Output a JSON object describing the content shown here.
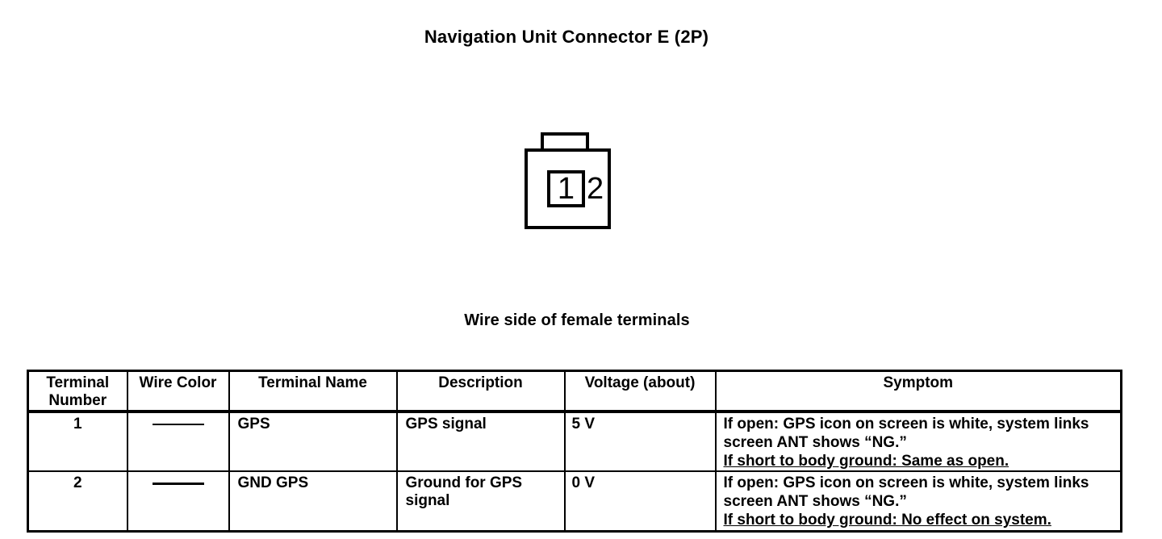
{
  "page": {
    "title": "Navigation Unit Connector E (2P)",
    "caption": "Wire side of female terminals"
  },
  "connector": {
    "pin1_label": "1",
    "pin2_label": "2"
  },
  "table": {
    "headers": [
      "Terminal Number",
      "Wire Color",
      "Terminal Name",
      "Description",
      "Voltage (about)",
      "Symptom"
    ],
    "rows": [
      {
        "terminal_number": "1",
        "wire_color_icon": "horizontal-line",
        "terminal_name": "GPS",
        "description": "GPS signal",
        "voltage": "5 V",
        "symptom_line1": "If open: GPS icon on screen is white, system links",
        "symptom_line2": "screen ANT shows “NG.”",
        "symptom_line3_underlined": "If short to body ground: Same as open."
      },
      {
        "terminal_number": "2",
        "wire_color_icon": "horizontal-line",
        "terminal_name": "GND GPS",
        "description": "Ground for GPS signal",
        "voltage": "0 V",
        "symptom_line1": "If open: GPS icon on screen is white, system links",
        "symptom_line2": "screen ANT shows “NG.”",
        "symptom_line3_underlined": "If short to body ground: No effect on system."
      }
    ]
  }
}
